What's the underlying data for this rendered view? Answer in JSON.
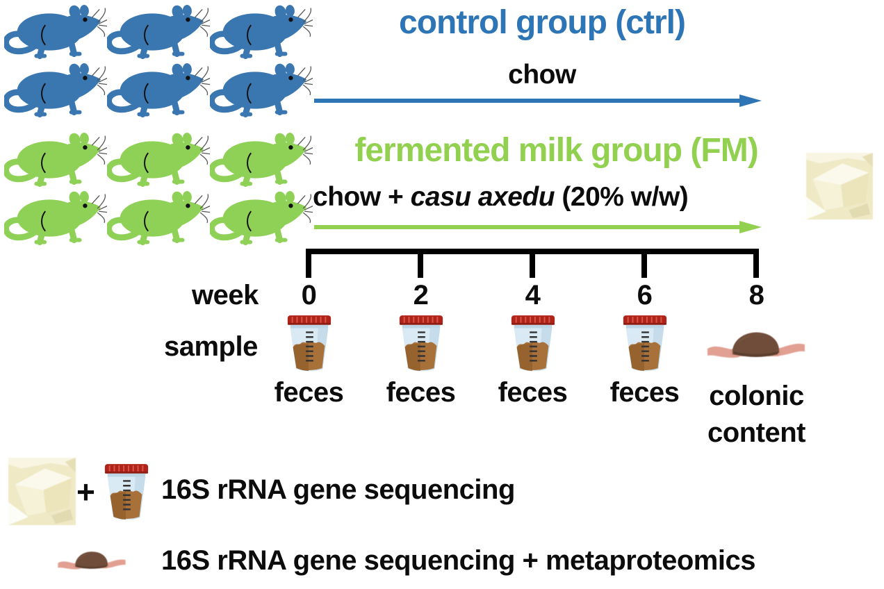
{
  "page": {
    "background": "#ffffff"
  },
  "control_group": {
    "title": "control group (ctrl)",
    "title_color": "#2e75b6",
    "diet_label": "chow",
    "mice_count": 6,
    "mice_color": "#3a77b0",
    "arrow_color": "#2e75b6"
  },
  "fm_group": {
    "title": "fermented milk group (FM)",
    "title_color": "#92d050",
    "diet_prefix": "chow + ",
    "diet_emphasis": "casu axedu",
    "diet_suffix": " (20% w/w)",
    "mice_count": 6,
    "mice_color": "#8fd156",
    "arrow_color": "#92d050"
  },
  "timeline": {
    "axis_label": "week",
    "weeks": [
      "0",
      "2",
      "4",
      "6",
      "8"
    ],
    "sample_label": "sample",
    "feces_labels": [
      "feces",
      "feces",
      "feces",
      "feces"
    ],
    "week8_label_line1": "colonic",
    "week8_label_line2": "content",
    "bracket_color": "#000000"
  },
  "legend": {
    "plus_sign": "+",
    "row1_label": "16S rRNA gene sequencing",
    "row2_label": "16S rRNA gene sequencing + metaproteomics"
  },
  "icons": {
    "mouse": "mouse-icon",
    "sample_cup": "stool-sample-cup-icon",
    "cheese": "fermented-milk-photo",
    "colon": "colonic-content-photo",
    "cup_lid_color": "#b02318",
    "cup_body_color": "#d9eaf4",
    "feces_color": "#a8713a"
  }
}
